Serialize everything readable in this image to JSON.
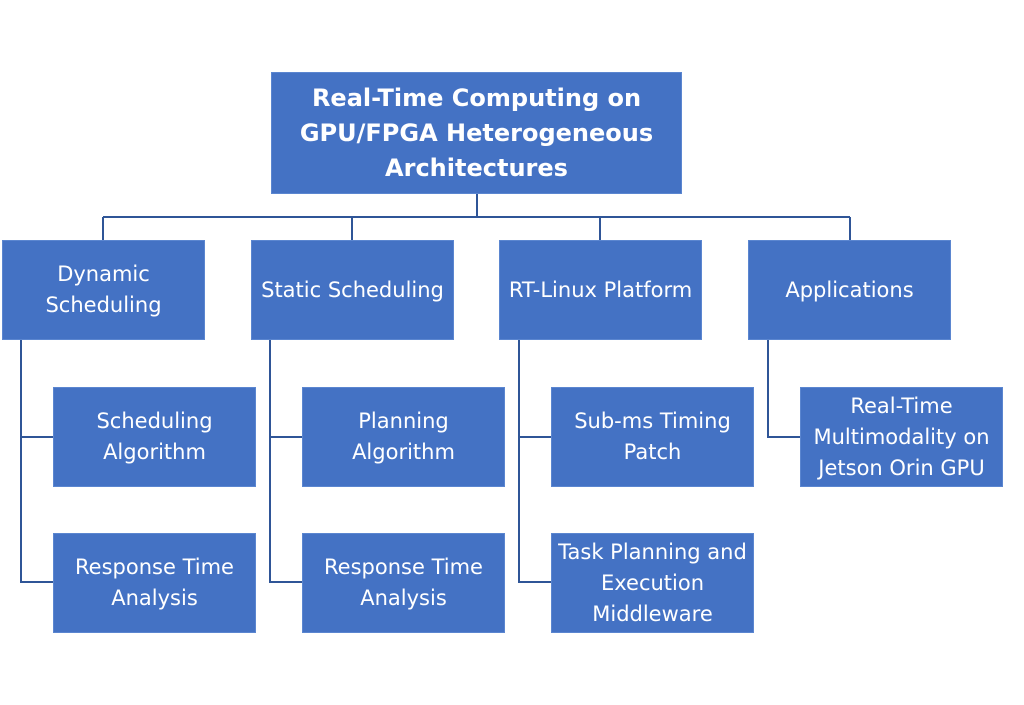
{
  "root": {
    "label": "Real-Time Computing on GPU/FPGA Heterogeneous Architectures"
  },
  "categories": [
    {
      "label": "Dynamic Scheduling",
      "children": [
        "Scheduling Algorithm",
        "Response Time Analysis"
      ]
    },
    {
      "label": "Static Scheduling",
      "children": [
        "Planning Algorithm",
        "Response Time Analysis"
      ]
    },
    {
      "label": "RT-Linux Platform",
      "children": [
        "Sub-ms Timing Patch",
        "Task Planning and Execution Middleware"
      ]
    },
    {
      "label": "Applications",
      "children": [
        "Real-Time Multimodality on Jetson Orin GPU"
      ]
    }
  ],
  "colors": {
    "box": "#4472C4",
    "connector": "#2F5597"
  }
}
